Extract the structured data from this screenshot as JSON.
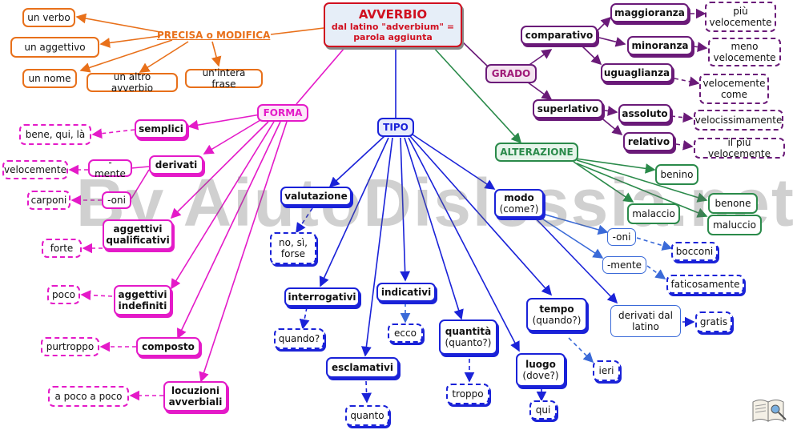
{
  "root": {
    "title": "AVVERBIO",
    "subtitle": "dal latino \"adverbium\" =\nparola aggiunta"
  },
  "precisa": {
    "label": "PRECISA o MODIFICA",
    "items": [
      "un verbo",
      "un aggettivo",
      "un nome",
      "un altro avverbio",
      "un'intera frase"
    ]
  },
  "forma": {
    "label": "FORMA",
    "semplici": "semplici",
    "semplici_ex": "bene, qui, là",
    "derivati": "derivati",
    "mente": "-mente",
    "mente_ex": "velocemente",
    "oni": "-oni",
    "oni_ex": "carponi",
    "agg_qual": "aggettivi\nqualificativi",
    "agg_qual_ex": "forte",
    "agg_indef": "aggettivi\nindefiniti",
    "agg_indef_ex": "poco",
    "composto": "composto",
    "composto_ex": "purtroppo",
    "locuzioni": "locuzioni\navverbiali",
    "locuzioni_ex": "a poco a poco"
  },
  "tipo": {
    "label": "TIPO",
    "valutazione": "valutazione",
    "valutazione_ex": "no, sì,\nforse",
    "interrogativi": "interrogativi",
    "interrogativi_ex": "quando?",
    "esclamativi": "esclamativi",
    "esclamativi_ex": "quanto",
    "indicativi": "indicativi",
    "indicativi_ex": "ecco",
    "quantita": "quantità",
    "quantita_q": "(quanto?)",
    "quantita_ex": "troppo",
    "luogo": "luogo",
    "luogo_q": "(dove?)",
    "luogo_ex": "qui",
    "tempo": "tempo",
    "tempo_q": "(quando?)",
    "tempo_ex": "ieri",
    "modo": "modo",
    "modo_q": "(come?)",
    "oni": "-oni",
    "oni_ex": "bocconi",
    "mente": "-mente",
    "mente_ex": "faticosamente",
    "derivati_latino": "derivati dal\nlatino",
    "derivati_latino_ex": "gratis"
  },
  "grado": {
    "label": "GRADO",
    "comparativo": "comparativo",
    "maggioranza": "maggioranza",
    "maggioranza_ex": "più\nvelocemente",
    "minoranza": "minoranza",
    "minoranza_ex": "meno\nvelocemente",
    "uguaglianza": "uguaglianza",
    "uguaglianza_ex": "velocemente\ncome",
    "superlativo": "superlativo",
    "assoluto": "assoluto",
    "assoluto_ex": "velocissimamente",
    "relativo": "relativo",
    "relativo_ex": "il più velocemente"
  },
  "alterazione": {
    "label": "ALTERAZIONE",
    "items": [
      "benino",
      "benone",
      "malaccio",
      "maluccio"
    ]
  },
  "watermark": "By AiutoDislessia.net",
  "colors": {
    "orange": "#e8701a",
    "magenta": "#e41ac8",
    "purple": "#6a1a78",
    "blue": "#1a22d8",
    "green": "#2a8a4a",
    "red": "#d01020"
  }
}
